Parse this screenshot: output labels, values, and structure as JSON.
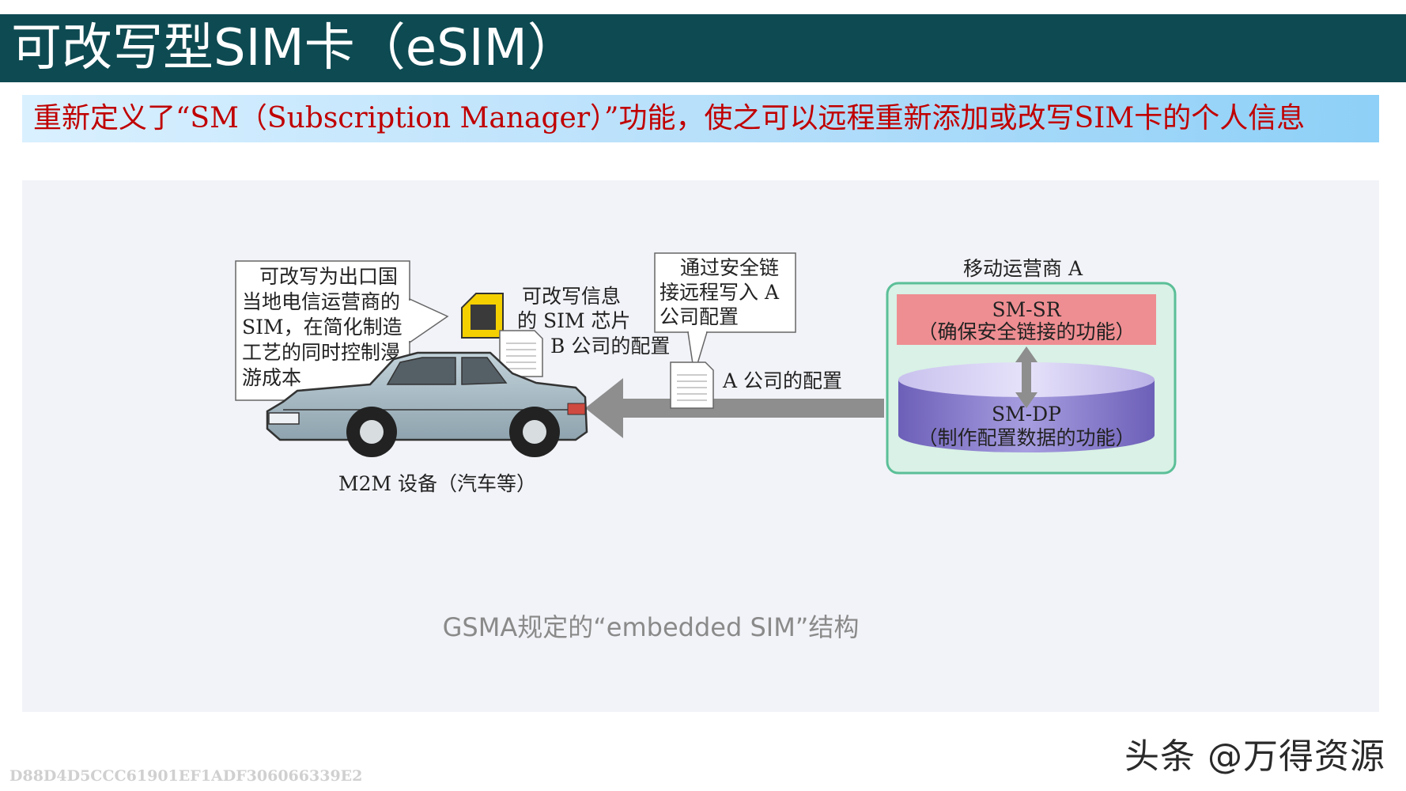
{
  "title": "可改写型SIM卡（eSIM）",
  "subtitle": "重新定义了“SM（Subscription Manager）”功能，使之可以远程重新添加或改写SIM卡的个人信息",
  "diagram": {
    "note_left": [
      "可改写为出口国",
      "当地电信运营商的",
      "SIM，在简化制造",
      "工艺的同时控制漫",
      "游成本"
    ],
    "sim_chip_label": [
      "可改写信息",
      "的 SIM 芯片"
    ],
    "note_middle": [
      "通过安全链",
      "接远程写入 A",
      "公司配置"
    ],
    "company_b_config": "B 公司的配置",
    "company_a_config": "A 公司的配置",
    "device_label": "M2M 设备（汽车等）",
    "operator_label": "移动运营商 A",
    "sm_sr_title": "SM-SR",
    "sm_sr_desc": "（确保安全链接的功能）",
    "sm_dp_title": "SM-DP",
    "sm_dp_desc": "（制作配置数据的功能）",
    "colors": {
      "operator_box_fill": "#d9f1e6",
      "operator_box_border": "#5bbf98",
      "sm_sr_fill": "#ee8e92",
      "sm_dp_fill": "#8b7fcf",
      "sim_chip": "#f5d000",
      "arrow": "#8e8e8e"
    }
  },
  "caption": "GSMA规定的“embedded SIM”结构",
  "watermark": "头条 @万得资源",
  "hash_code": "D88D4D5CCC61901EF1ADF306066339E2"
}
